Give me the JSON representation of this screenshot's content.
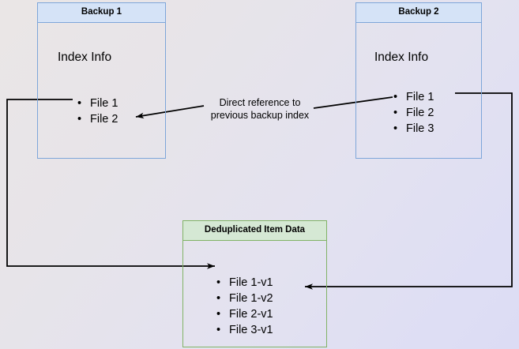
{
  "diagram": {
    "background_from": "#eae6e6",
    "background_to": "#dcdcf4",
    "blue_border": "#7ea6d9",
    "blue_header_fill": "#d5e3f7",
    "green_border": "#81b366",
    "green_header_fill": "#d5e8d4",
    "connector_color": "#000000"
  },
  "backup1": {
    "title": "Backup 1",
    "section_label": "Index Info",
    "files": [
      "File 1",
      "File 2"
    ]
  },
  "backup2": {
    "title": "Backup 2",
    "section_label": "Index Info",
    "files": [
      "File 1",
      "File 2",
      "File 3"
    ]
  },
  "dedup": {
    "title": "Deduplicated Item Data",
    "files": [
      "File 1-v1",
      "File 1-v2",
      "File 2-v1",
      "File 3-v1"
    ]
  },
  "annotation": {
    "line1": "Direct reference to",
    "line2": "previous backup index"
  }
}
